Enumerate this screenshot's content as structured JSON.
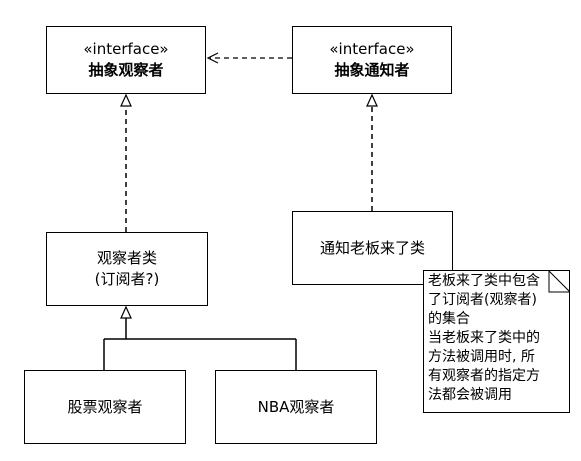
{
  "diagram": {
    "abstract_observer": {
      "stereotype": "«interface»",
      "name": "抽象观察者"
    },
    "abstract_notifier": {
      "stereotype": "«interface»",
      "name": "抽象通知者"
    },
    "observer_class": {
      "line1": "观察者类",
      "line2": "(订阅者?)"
    },
    "boss_notifier": {
      "name": "通知老板来了类"
    },
    "stock_observer": {
      "name": "股票观察者"
    },
    "nba_observer": {
      "name": "NBA观察者"
    },
    "note": {
      "lines": [
        "老板来了类中包含",
        "了订阅者(观察者)",
        "的集合",
        "当老板来了类中的",
        "方法被调用时, 所",
        "有观察者的指定方",
        "法都会被调用"
      ]
    }
  }
}
